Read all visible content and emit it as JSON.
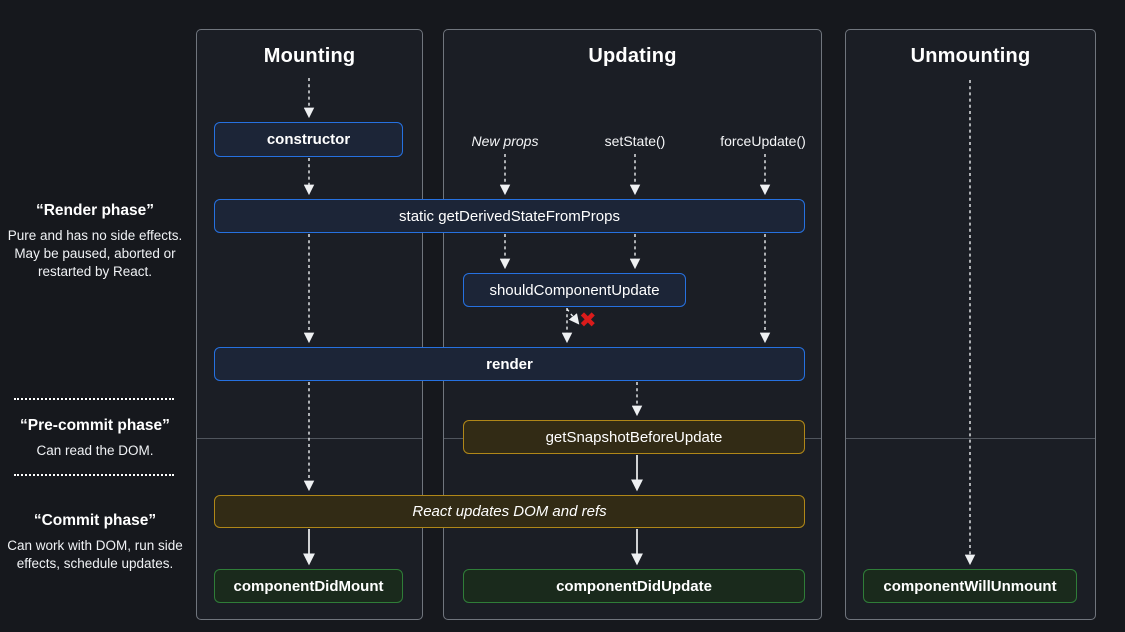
{
  "columns": {
    "mounting": {
      "title": "Mounting"
    },
    "updating": {
      "title": "Updating"
    },
    "unmounting": {
      "title": "Unmounting"
    }
  },
  "triggers": {
    "new_props": "New props",
    "set_state": "setState()",
    "force_update": "forceUpdate()"
  },
  "methods": {
    "constructor": "constructor",
    "get_derived_state_from_props": "static getDerivedStateFromProps",
    "should_component_update": "shouldComponentUpdate",
    "render": "render",
    "get_snapshot_before_update": "getSnapshotBeforeUpdate",
    "react_updates_dom": "React updates DOM and refs",
    "component_did_mount": "componentDidMount",
    "component_did_update": "componentDidUpdate",
    "component_will_unmount": "componentWillUnmount"
  },
  "phases": [
    {
      "title": "“Render phase”",
      "description": "Pure and has no side effects. May be paused, aborted or restarted by React."
    },
    {
      "title": "“Pre-commit phase”",
      "description": "Can read the DOM."
    },
    {
      "title": "“Commit phase”",
      "description": "Can work with DOM, run side effects, schedule updates."
    }
  ],
  "icons": {
    "blocked_x": "✖"
  },
  "colors": {
    "background": "#16181d",
    "column_background": "#1b1e25",
    "column_border": "#70757d",
    "blue_border": "#2671e0",
    "blue_fill": "#1c2537",
    "yellow_border": "#b08718",
    "yellow_fill": "#322b15",
    "green_border": "#2f7d38",
    "green_fill": "#1a2a1c",
    "blocked_x_red": "#db1b1b",
    "arrow": "#ffffff"
  }
}
